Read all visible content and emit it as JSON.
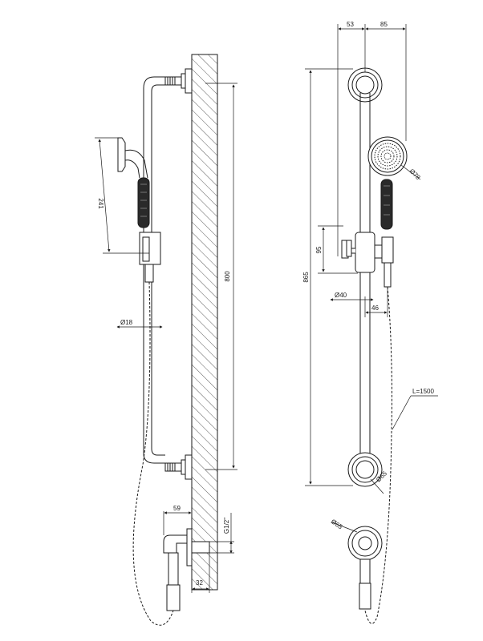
{
  "drawing": {
    "stroke_color": "#1a1a1a",
    "hatch_color": "#333333",
    "background": "#ffffff",
    "side_view": {
      "dim_hand_shower_length": "241",
      "dim_bar_height": "800",
      "dim_hose_diameter": "Ø18",
      "dim_outlet_projection": "59",
      "dim_thread": "G1/2\"",
      "dim_wall_depth": "32"
    },
    "front_view": {
      "dim_left": "53",
      "dim_right": "85",
      "dim_overall_height": "865",
      "dim_head_diameter": "Ø78",
      "dim_slider_height": "95",
      "dim_slider_diameter": "Ø40",
      "dim_holder_offset": "46",
      "dim_hose_length": "L=1500",
      "dim_bracket_diameter": "Ø65",
      "dim_outlet_diameter": "Ø65"
    }
  }
}
